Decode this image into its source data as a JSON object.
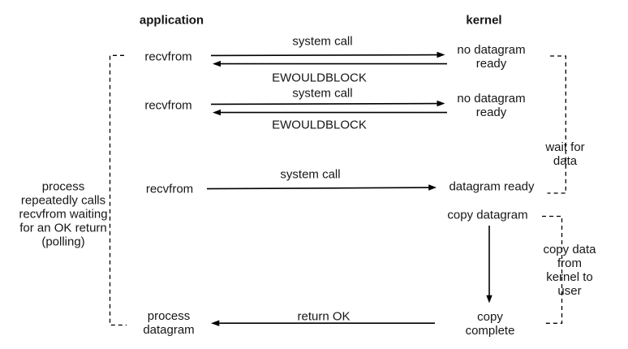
{
  "diagram": {
    "headers": {
      "application": "application",
      "kernel": "kernel"
    },
    "app_side": {
      "recvfrom_1": "recvfrom",
      "recvfrom_2": "recvfrom",
      "recvfrom_3": "recvfrom",
      "process_datagram": "process\ndatagram"
    },
    "kernel_side": {
      "no_datagram_ready_1": "no datagram\nready",
      "no_datagram_ready_2": "no datagram\nready",
      "datagram_ready": "datagram ready",
      "copy_datagram": "copy datagram",
      "copy_complete": "copy\ncomplete"
    },
    "arrow_labels": {
      "system_call_1": "system call",
      "ewouldblock_1": "EWOULDBLOCK",
      "system_call_2": "system call",
      "ewouldblock_2": "EWOULDBLOCK",
      "system_call_3": "system call",
      "return_ok": "return OK"
    },
    "side_notes": {
      "polling_note": "process\nrepeatedly calls\nrecvfrom waiting\nfor an OK return\n(polling)",
      "wait_for_data": "wait for\ndata",
      "copy_data_note": "copy data from\nkernel to user"
    },
    "colors": {
      "background": "#ffffff",
      "text": "#161616",
      "line": "#000000"
    }
  }
}
